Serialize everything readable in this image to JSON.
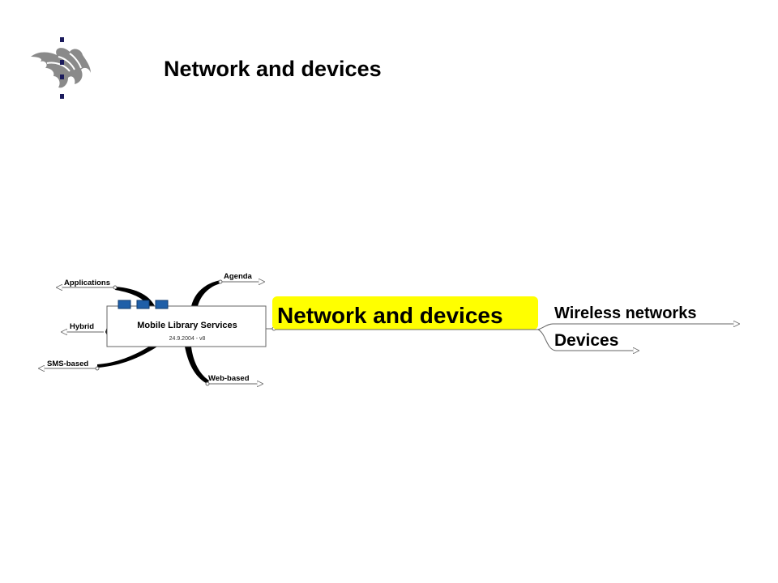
{
  "page_title": "Network and devices",
  "logo": {
    "name": "university-flame-logo",
    "color": "#1b1b5c"
  },
  "mindmap": {
    "central": {
      "title": "Mobile Library Services",
      "subtitle": "24.9.2004 - v8"
    },
    "left_branches": [
      {
        "label": "Applications"
      },
      {
        "label": "Hybrid"
      },
      {
        "label": "SMS-based"
      }
    ],
    "top_branch": {
      "label": "Agenda"
    },
    "bottom_branch": {
      "label": "Web-based"
    },
    "focus": {
      "label": "Network and devices",
      "highlight": "#ffff00"
    },
    "children": [
      {
        "label": "Wireless networks"
      },
      {
        "label": "Devices"
      }
    ],
    "colors": {
      "box_icon": "#1f5fa8",
      "line": "#000000",
      "arrow": "#666666"
    }
  }
}
